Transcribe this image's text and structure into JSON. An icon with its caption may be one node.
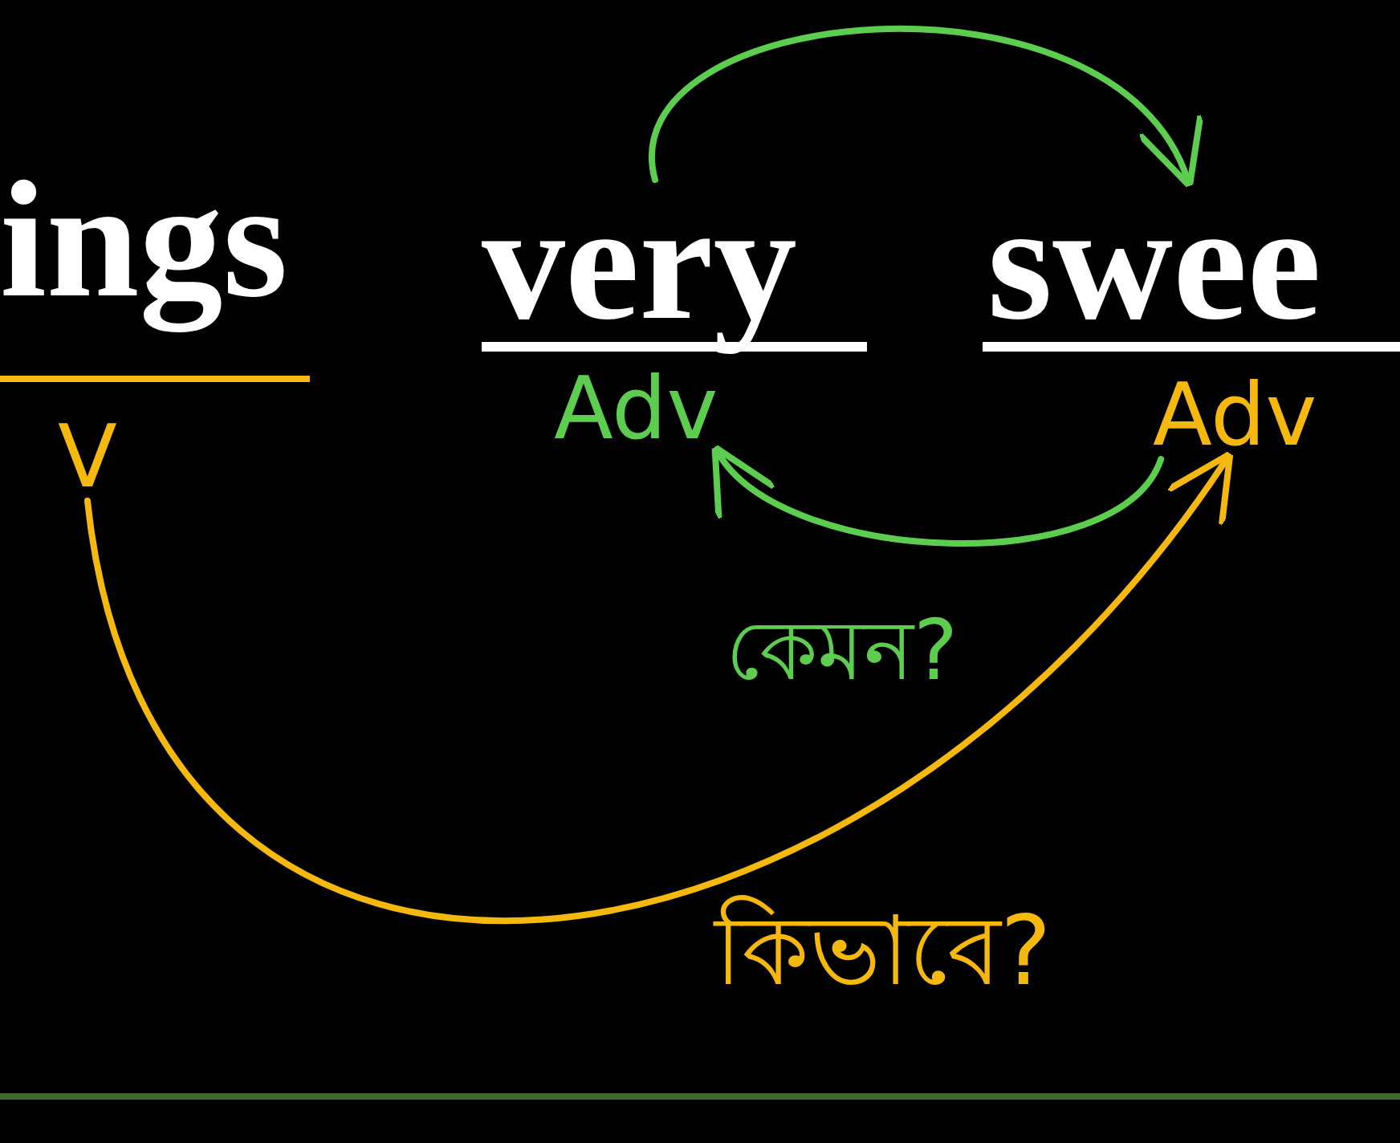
{
  "diagram": {
    "nodes": [
      {
        "text": [
          "ings"
        ]
      },
      {
        "text": [
          "very"
        ]
      },
      {
        "text": [
          "swee"
        ]
      },
      {
        "text": [
          "V"
        ]
      },
      {
        "text": [
          "Adv"
        ]
      },
      {
        "text": [
          "Adv"
        ]
      }
    ],
    "edges": [
      {
        "from": 1,
        "to": 2,
        "arrow": "to"
      },
      {
        "from": 5,
        "to": 4,
        "arrow": "to",
        "label": "কেমন?"
      },
      {
        "from": 3,
        "to": 5,
        "arrow": "to",
        "label": "কিভাবে?",
        "color": "#f5b80f"
      }
    ]
  }
}
